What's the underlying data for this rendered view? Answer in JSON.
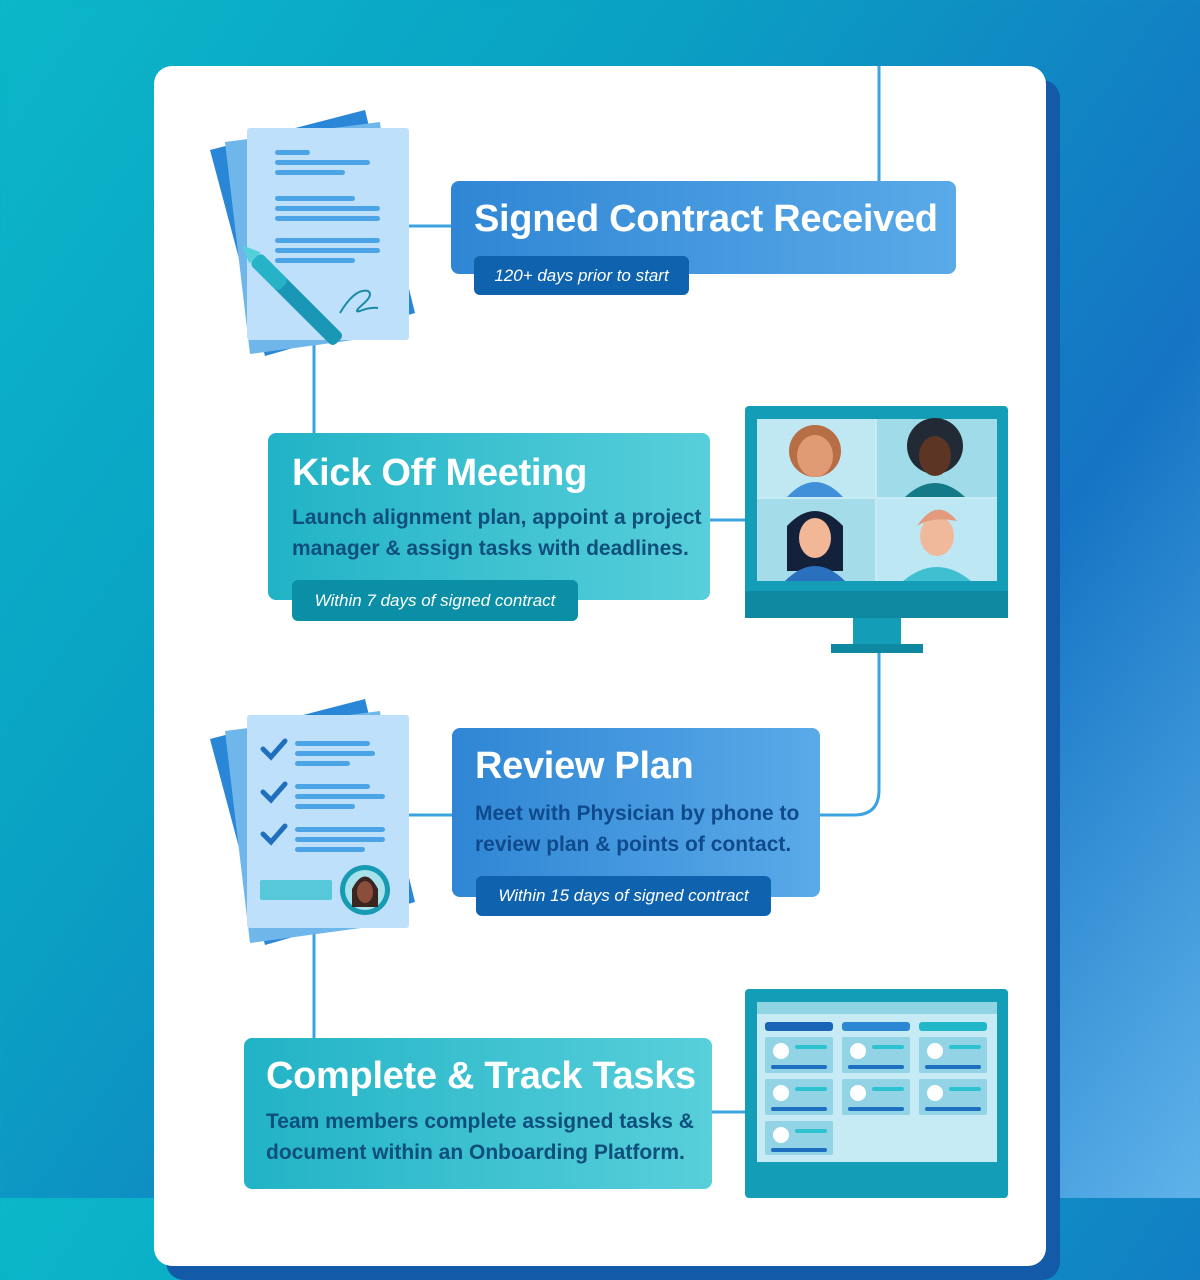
{
  "steps": [
    {
      "title": "Signed Contract Received",
      "subtitle": "",
      "timing": "120+ days prior to start"
    },
    {
      "title": "Kick Off Meeting",
      "subtitle_line1": "Launch alignment plan, appoint a project",
      "subtitle_line2": "manager & assign tasks with deadlines.",
      "timing": "Within 7 days of signed contract"
    },
    {
      "title": "Review Plan",
      "subtitle_line1": "Meet with Physician by phone to",
      "subtitle_line2": "review plan & points of contact.",
      "timing": "Within 15 days of signed contract"
    },
    {
      "title": "Complete & Track Tasks",
      "subtitle_line1": "Team members complete assigned tasks &",
      "subtitle_line2": "document within an Onboarding Platform."
    }
  ],
  "icons": {
    "contract": "signed-document-icon",
    "meeting": "video-call-monitor-icon",
    "review": "checklist-document-icon",
    "tasks": "task-board-monitor-icon"
  },
  "colors": {
    "blue_box": "#3a8fdb",
    "teal_box": "#2cbccc",
    "blue_tag": "#0f62ae",
    "teal_tag": "#0b8fa6",
    "connector": "#3aa3e0"
  }
}
